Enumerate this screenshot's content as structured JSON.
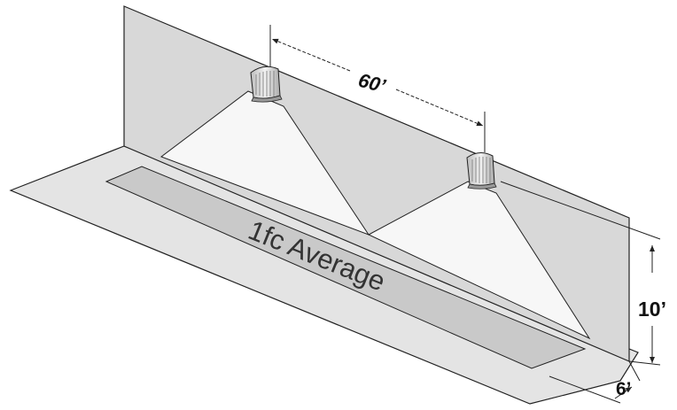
{
  "spacing_label": "60’",
  "mount_height_label": "10’",
  "width_label": "6’",
  "area_label": "1fc Average",
  "colors": {
    "wall": "#d8d8d8",
    "ground": "#e4e4e4",
    "target_area": "#c9c9c9",
    "light_cone": "#f7f7f7",
    "fixture": "#e8e8e8",
    "line": "#222222"
  }
}
